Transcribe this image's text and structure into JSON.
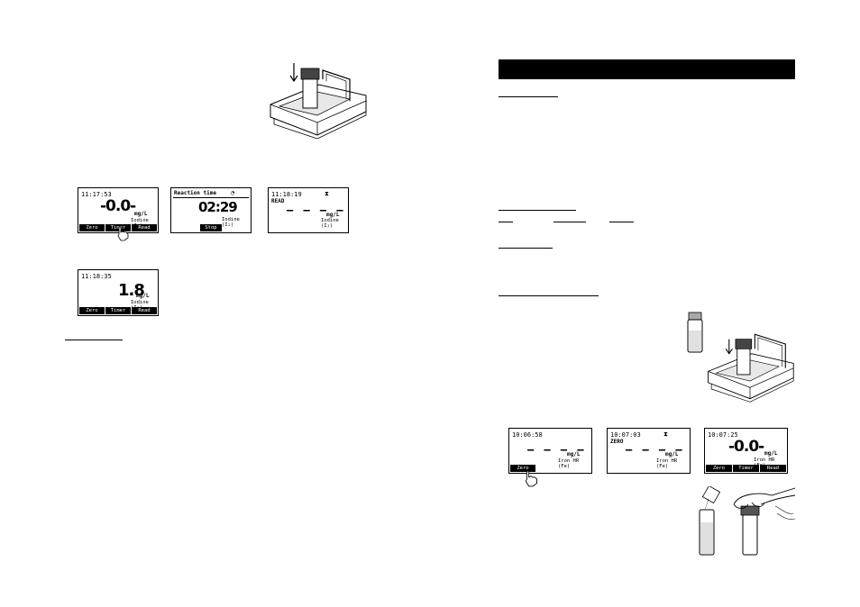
{
  "left_page": {
    "screens": [
      {
        "time": "11:17:53",
        "value": "-0.0-",
        "unit": "mg/L",
        "chemical": "Iodine (I₂)",
        "softkeys": [
          "Zero",
          "Timer",
          "Read"
        ]
      },
      {
        "title": "Reaction time",
        "value": "02:29",
        "chemical": "Iodine (I₂)",
        "softkeys": [
          "Stop"
        ]
      },
      {
        "time": "11:18:19",
        "status": "READ",
        "dashes": "– – – –",
        "unit": "mg/L",
        "chemical": "Iodine (I₂)"
      },
      {
        "time": "11:18:35",
        "value": "1.8",
        "unit": "mg/L",
        "chemical": "Iodine (I₂)",
        "softkeys": [
          "Zero",
          "Timer",
          "Read"
        ]
      }
    ]
  },
  "right_page": {
    "screens": [
      {
        "time": "10:06:58",
        "dashes": "– – – –",
        "unit": "mg/L",
        "chemical": "Iron HR (Fe)",
        "softkeys": [
          "Zero"
        ]
      },
      {
        "time": "10:07:03",
        "status": "ZERO",
        "dashes": "– – – –",
        "unit": "mg/L",
        "chemical": "Iron HR (Fe)"
      },
      {
        "time": "10:07:25",
        "value": "-0.0-",
        "unit": "mg/L",
        "chemical": "Iron HR (Fe)",
        "softkeys": [
          "Zero",
          "Timer",
          "Read"
        ]
      }
    ]
  },
  "icons": {
    "clock": "clock-icon",
    "hourglass": "hourglass-icon",
    "hand": "hand-pointer-icon"
  }
}
